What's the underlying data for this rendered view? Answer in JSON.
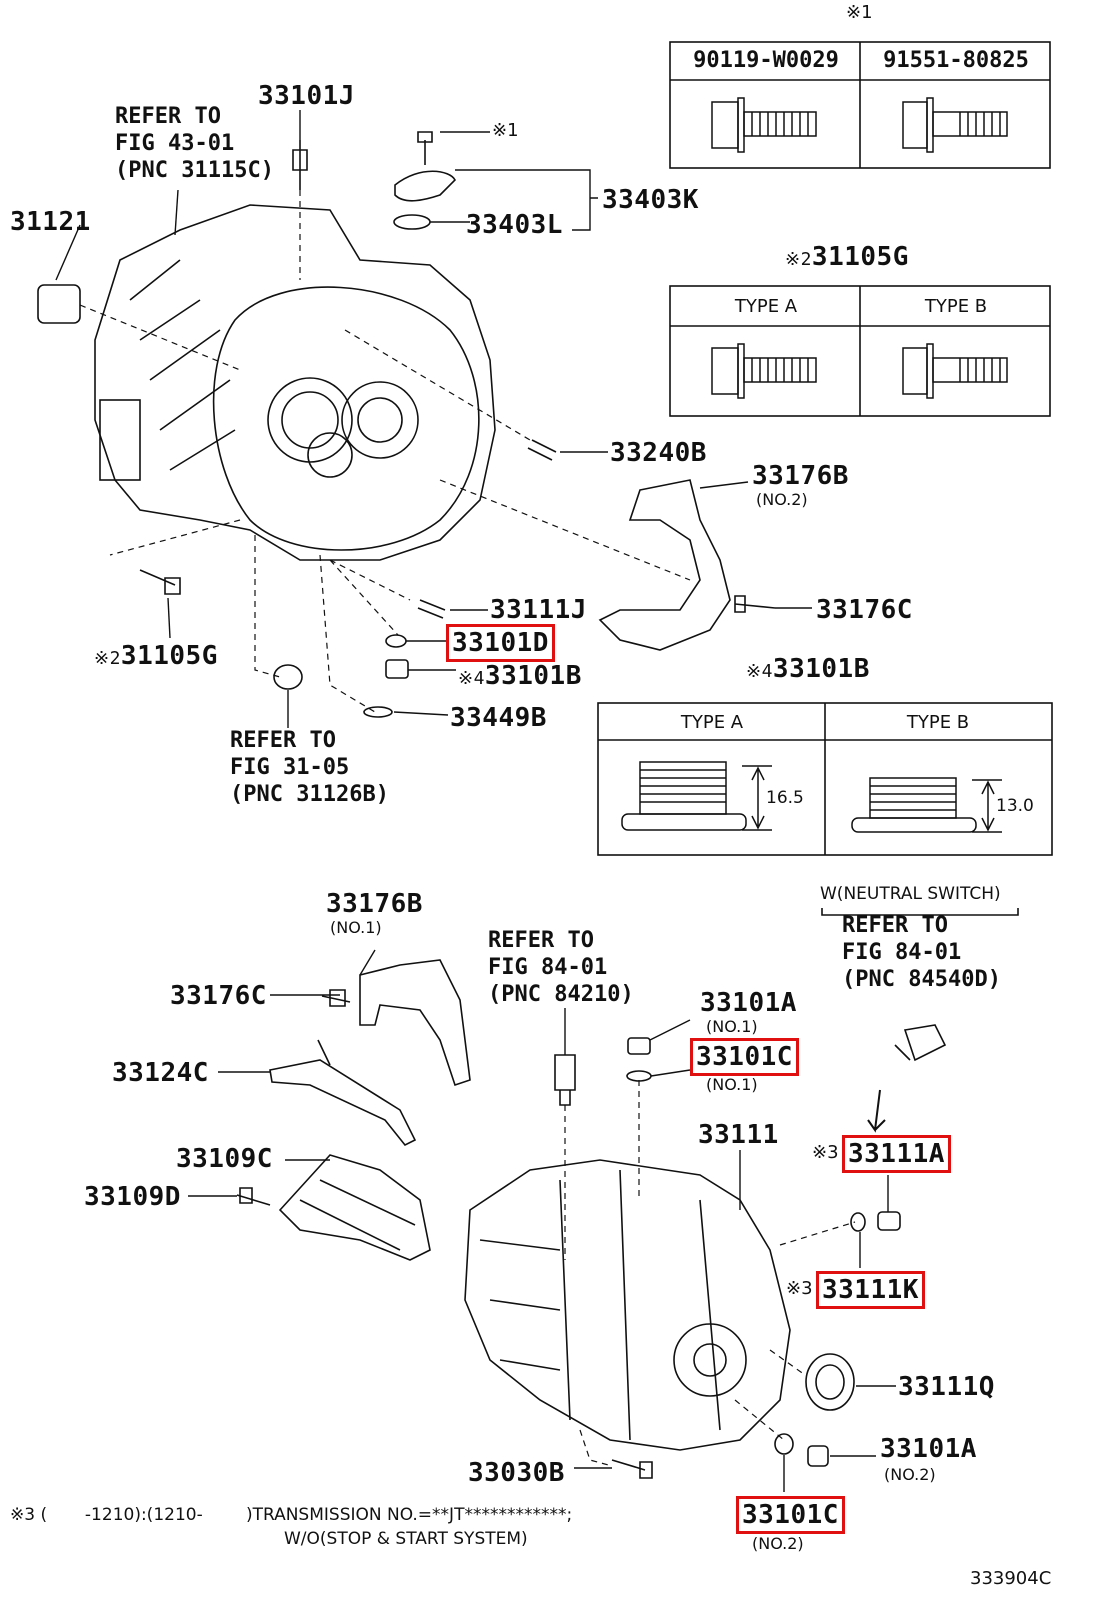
{
  "callout_labels": {
    "p33101J": "33101J",
    "p31121": "31121",
    "p33403K": "33403K",
    "p33403L": "33403L",
    "p33240B": "33240B",
    "p33176B_top": "33176B",
    "p33176B_top_note": "(NO.2)",
    "p33176C_top": "33176C",
    "p33111J": "33111J",
    "p33101D": "33101D",
    "p33101B": "33101B",
    "p33449B": "33449B",
    "p31105G_left": "31105G",
    "p31105G_left_mark": "※2",
    "p33101B_mark": "※4",
    "p33101J_mark": "※1",
    "p33176B_bottom": "33176B",
    "p33176B_bottom_note": "(NO.1)",
    "p33176C_bottom": "33176C",
    "p33124C": "33124C",
    "p33109C": "33109C",
    "p33109D": "33109D",
    "p33101A_top": "33101A",
    "p33101A_top_note": "(NO.1)",
    "p33101C_top": "33101C",
    "p33101C_top_note": "(NO.1)",
    "p33111": "33111",
    "p33111A": "33111A",
    "p33111A_mark": "※3",
    "p33111K": "33111K",
    "p33111K_mark": "※3",
    "p33111Q": "33111Q",
    "p33101A_bottom": "33101A",
    "p33101A_bottom_note": "(NO.2)",
    "p33030B": "33030B",
    "p33101C_bottom": "33101C",
    "p33101C_bottom_note": "(NO.2)"
  },
  "refer_notes": {
    "fig43": "REFER TO\nFIG 43-01\n(PNC 31115C)",
    "fig31": "REFER TO\nFIG 31-05\n(PNC 31126B)",
    "fig84_a": "REFER TO\nFIG 84-01\n(PNC 84210)",
    "fig84_b": "REFER TO\nFIG 84-01\n(PNC 84540D)",
    "neutral_switch": "W(NEUTRAL SWITCH)"
  },
  "table_bolts_1": {
    "mark": "※1",
    "headers": [
      "90119-W0029",
      "91551-80825"
    ]
  },
  "table_bolts_2": {
    "title_mark": "※2",
    "title": "31105G",
    "headers": [
      "TYPE A",
      "TYPE B"
    ]
  },
  "table_plug": {
    "title_mark": "※4",
    "title": "33101B",
    "headers": [
      "TYPE A",
      "TYPE B"
    ],
    "dims": [
      "16.5",
      "13.0"
    ]
  },
  "footer": {
    "line1": "※3 (       -1210):(1210-        )TRANSMISSION NO.=**JT************;",
    "line2": "W/O(STOP & START SYSTEM)",
    "code": "333904C"
  },
  "highlight_color": "#e01010"
}
